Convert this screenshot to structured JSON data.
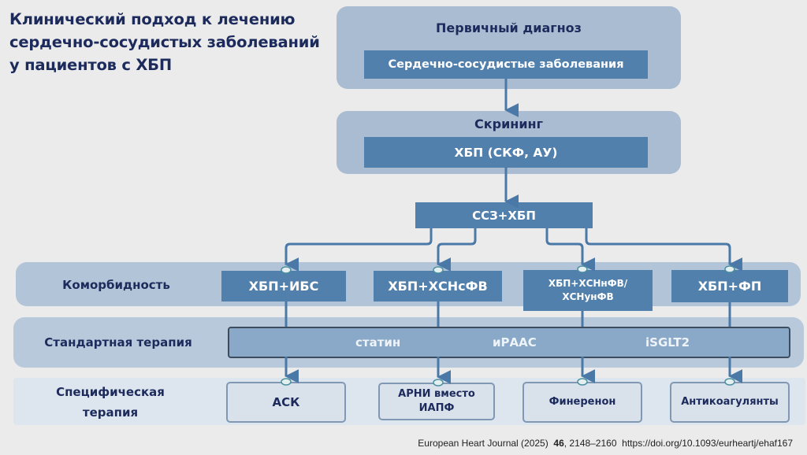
{
  "title": "Клинический подход к лечению сердечно-сосудистых заболеваний у пациентов с ХБП",
  "primary_diagnosis": {
    "label": "Первичный диагноз",
    "item": "Сердечно-сосудистые заболевания"
  },
  "screening": {
    "label": "Скрининг",
    "item": "ХБП (СКФ, АУ)"
  },
  "combined_node": "ССЗ+ХБП",
  "rows": {
    "comorbidity": {
      "label": "Коморбидность",
      "items": [
        "ХБП+ИБС",
        "ХБП+ХСНсФВ",
        "ХБП+ХСНнФВ/ ХСНунФВ",
        "ХБП+ФП"
      ]
    },
    "standard_therapy": {
      "label": "Стандартная терапия",
      "items": [
        "статин",
        "иРААС",
        "iSGLT2"
      ]
    },
    "specific_therapy": {
      "label": "Специфическая терапия",
      "items": [
        "АСК",
        "АРНИ вместо ИАПФ",
        "Финеренон",
        "Антикоагулянты"
      ]
    }
  },
  "citation": {
    "journal": "European Heart Journal (2025)",
    "volume": "46",
    "pages": ", 2148–2160",
    "doi": "https://doi.org/10.1093/eurheartj/ehaf167"
  },
  "colors": {
    "title_text": "#1d2b5c",
    "dark_bar": "#5180ad",
    "panel": "#a9bcd2",
    "connector": "#4a79a8",
    "background": "#ebebeb"
  }
}
